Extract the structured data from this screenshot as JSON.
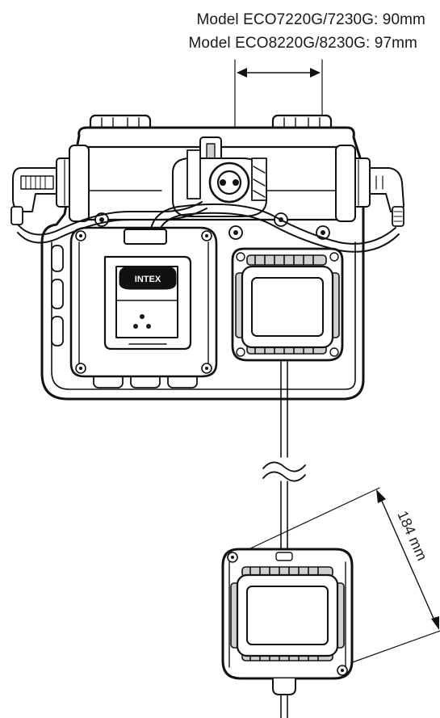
{
  "labels": {
    "model_a": "Model ECO7220G/7230G: 90mm",
    "model_b": "Model ECO8220G/8230G: 97mm",
    "cable_length": "184 mm",
    "brand_plate": "INTEX"
  },
  "colors": {
    "line": "#111111",
    "fill": "#ffffff",
    "shade": "#cfcfcf"
  },
  "icons": [
    "dimension-arrow-icon",
    "cable-break-icon"
  ]
}
